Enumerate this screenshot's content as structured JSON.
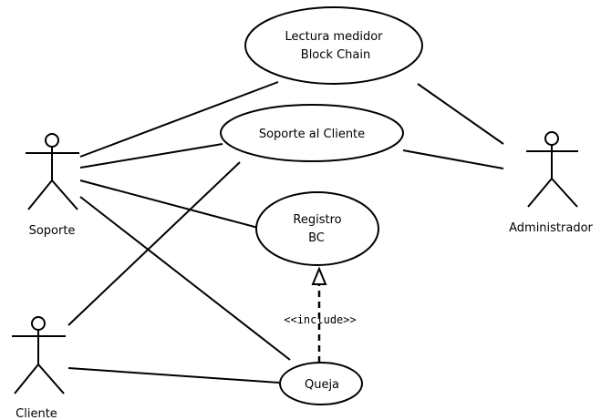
{
  "actors": {
    "soporte": "Soporte",
    "administrador": "Administrador",
    "cliente": "Cliente"
  },
  "use_cases": {
    "lectura": [
      "Lectura medidor",
      "Block Chain"
    ],
    "soporte_cliente": "Soporte al Cliente",
    "registro": [
      "Registro",
      "BC"
    ],
    "queja": "Queja"
  },
  "relations": {
    "include_label": "<<include>>"
  }
}
